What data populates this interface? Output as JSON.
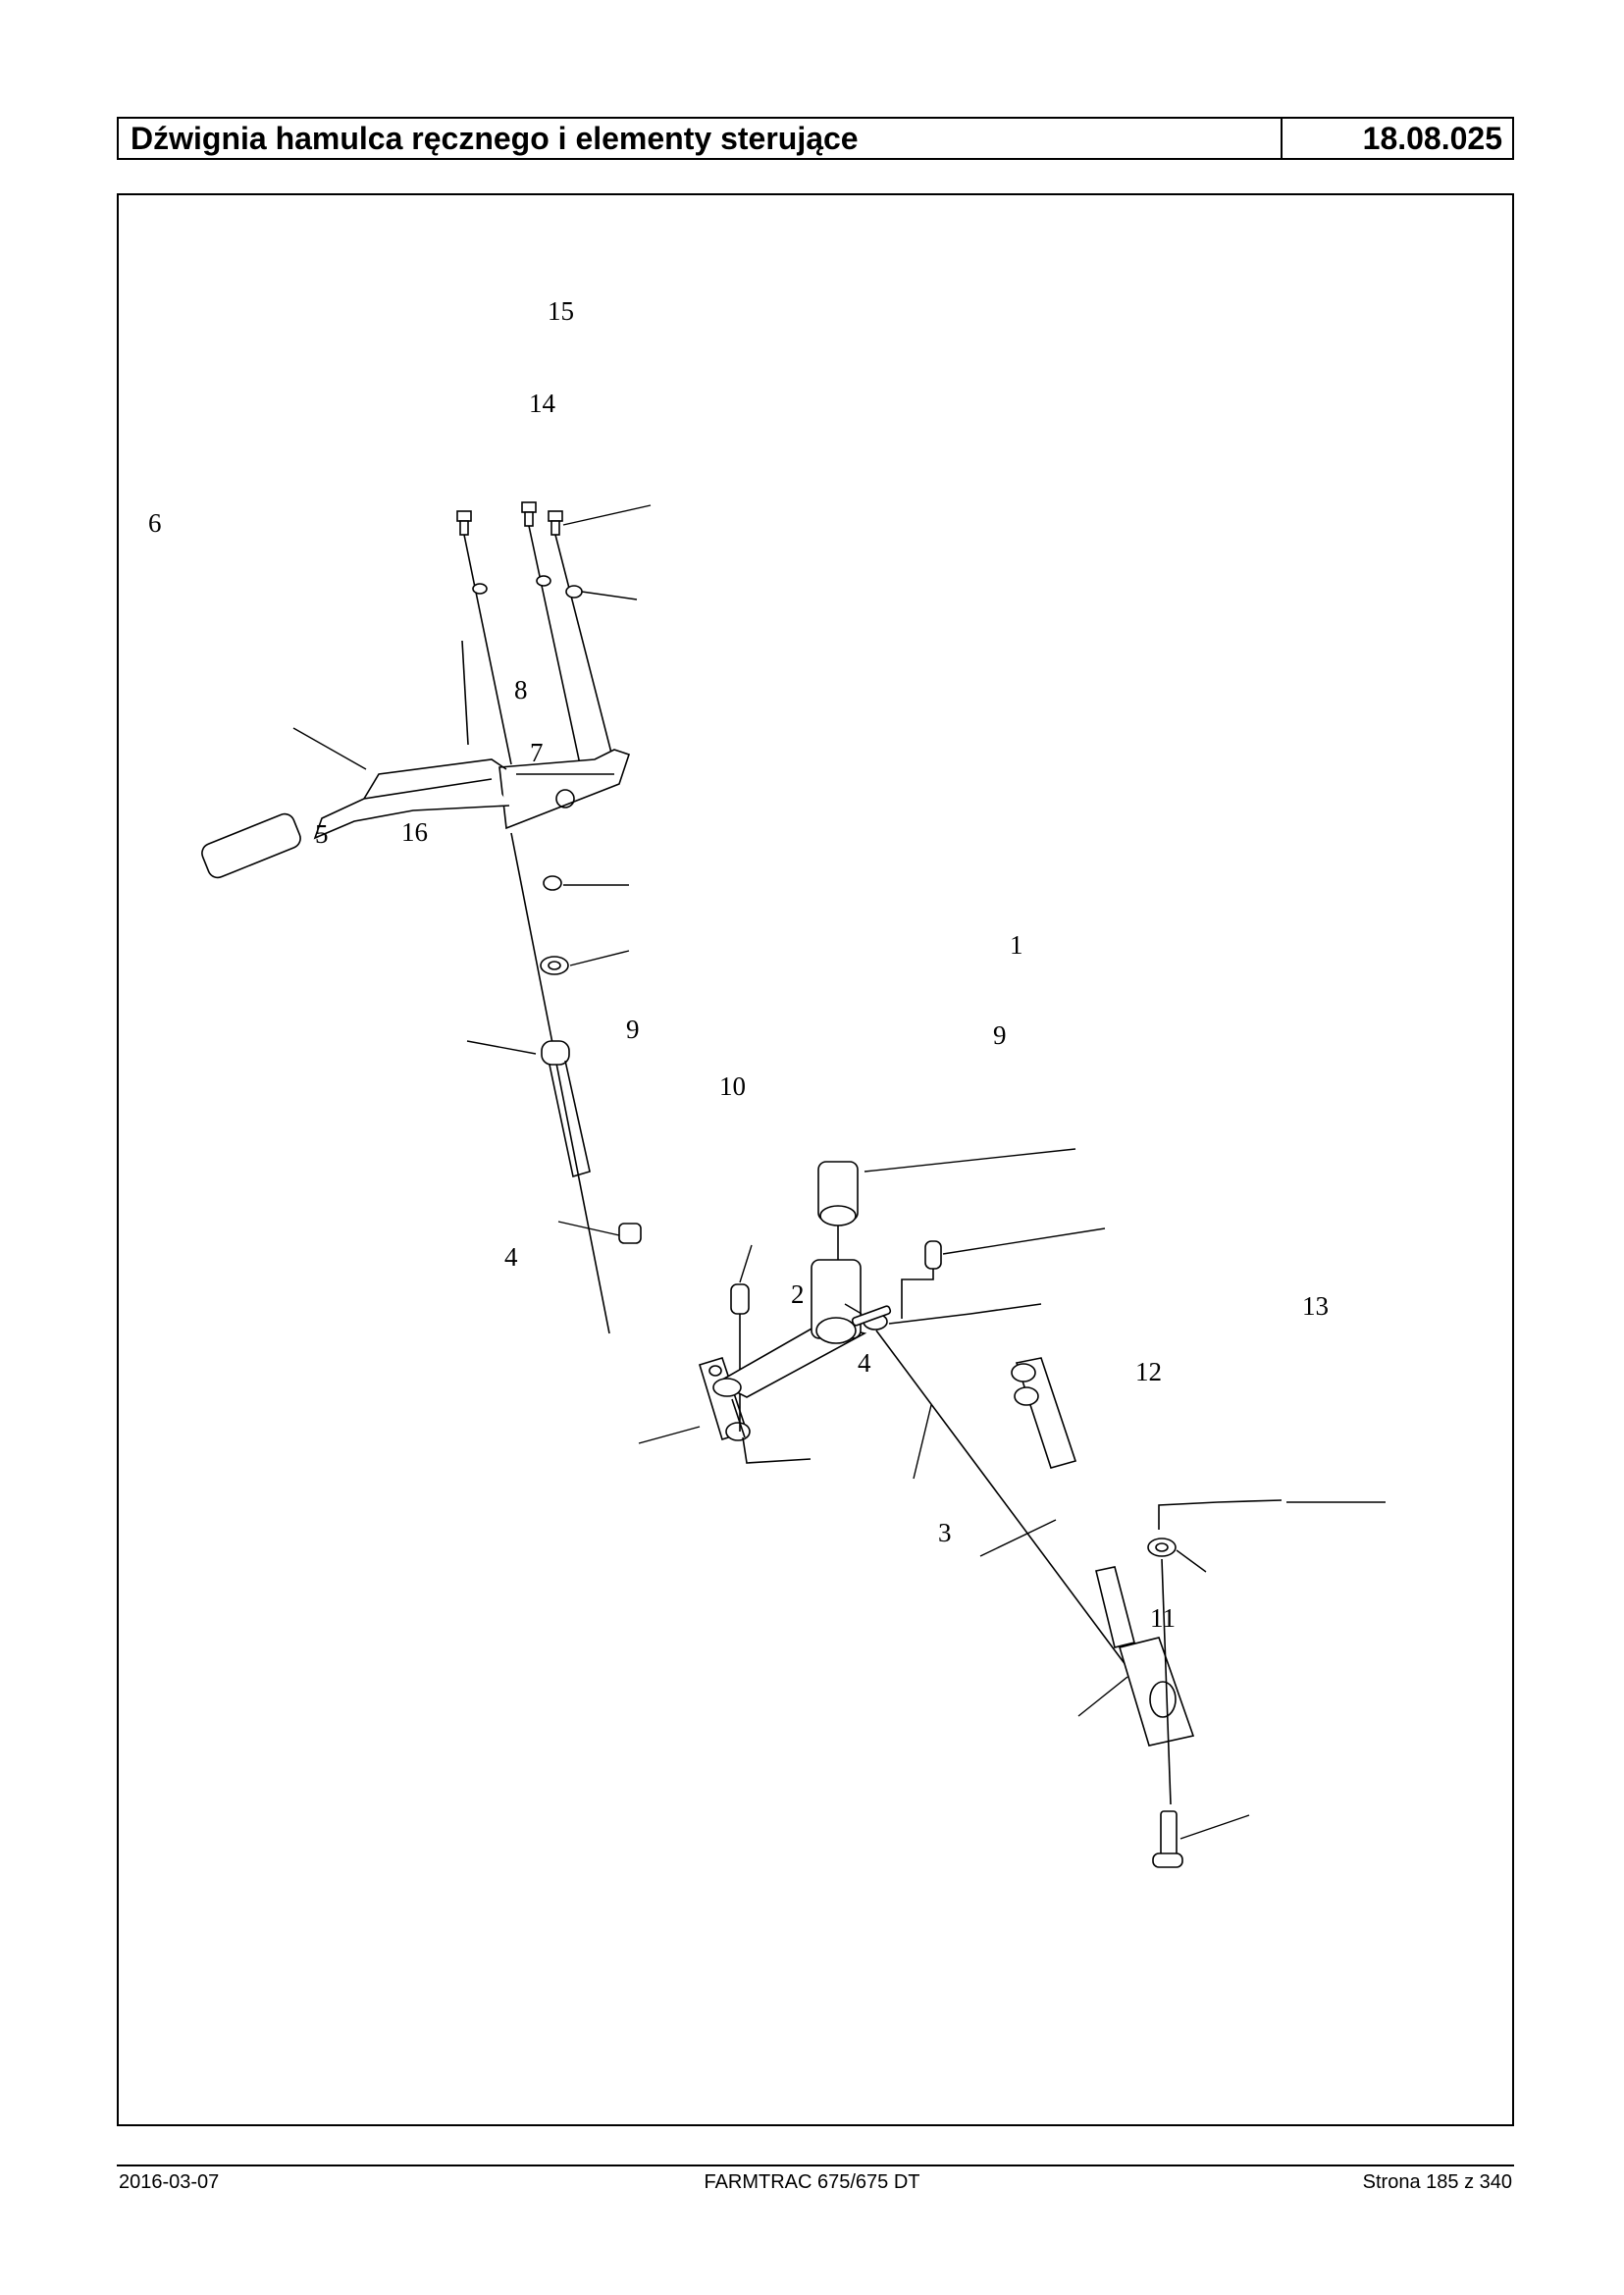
{
  "header": {
    "title": "Dźwignia hamulca ręcznego i elementy sterujące",
    "code": "18.08.025"
  },
  "callouts": [
    "1",
    "2",
    "3",
    "4",
    "4",
    "5",
    "6",
    "7",
    "8",
    "9",
    "9",
    "10",
    "11",
    "12",
    "13",
    "14",
    "15",
    "16"
  ],
  "footer": {
    "date": "2016-03-07",
    "model": "FARMTRAC 675/675 DT",
    "page": "Strona 185 z 340"
  }
}
